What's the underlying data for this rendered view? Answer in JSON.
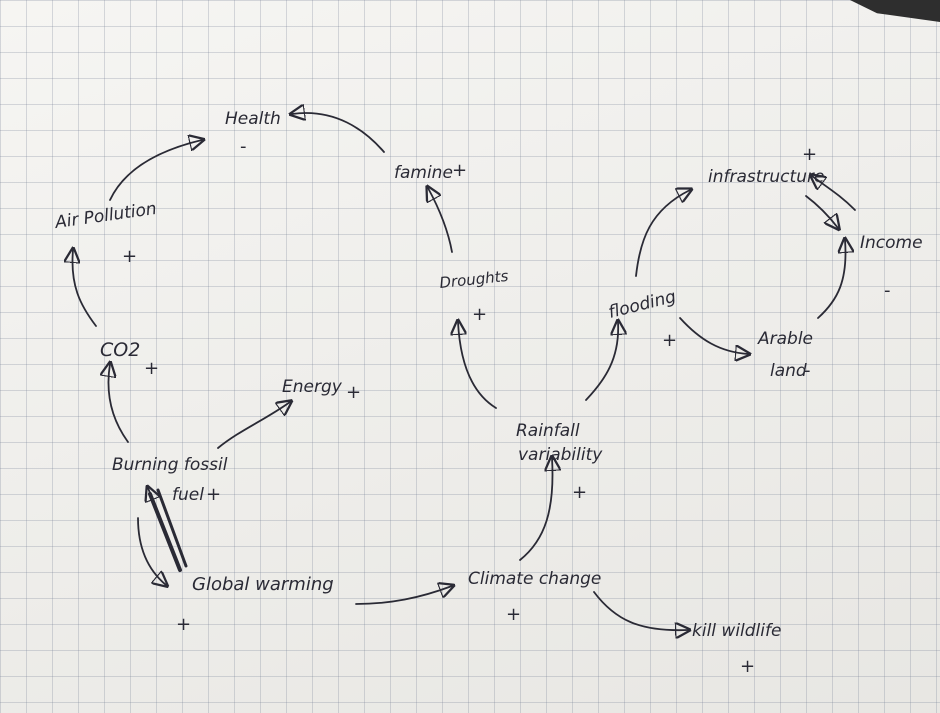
{
  "colors": {
    "ink": "#2a2a35",
    "paper": "#f1f0ec",
    "grid": "#8a92a6"
  },
  "nodes": {
    "health": {
      "label": "Health",
      "sign": "-"
    },
    "famine": {
      "label": "famine",
      "sign": "+"
    },
    "air_pollution": {
      "label": "Air Pollution",
      "sign": "+"
    },
    "co2": {
      "label": "CO2",
      "sign": "+"
    },
    "energy": {
      "label": "Energy",
      "sign": "+"
    },
    "burning_fossil_fuel": {
      "label_line1": "Burning fossil",
      "label_line2": "fuel",
      "sign": "+"
    },
    "global_warming": {
      "label": "Global warming",
      "sign": "+"
    },
    "climate_change": {
      "label": "Climate change",
      "sign": "+"
    },
    "kill_wildlife": {
      "label": "kill wildlife",
      "sign": "+"
    },
    "droughts": {
      "label": "Droughts",
      "sign": "+"
    },
    "rainfall_variability": {
      "label_line1": "Rainfall",
      "label_line2": "variability",
      "sign": "+"
    },
    "flooding": {
      "label": "flooding",
      "sign": "+"
    },
    "infrastructure": {
      "label": "infrastructure",
      "sign": "+"
    },
    "income": {
      "label": "Income",
      "sign": "-"
    },
    "arable_land": {
      "label_line1": "Arable",
      "label_line2": "land",
      "sign": "-"
    }
  }
}
